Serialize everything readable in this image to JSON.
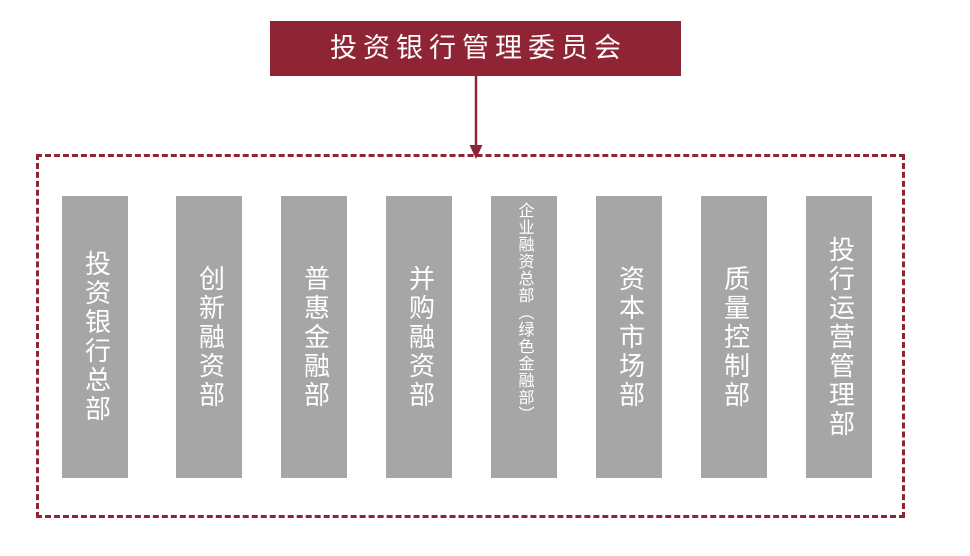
{
  "diagram": {
    "type": "organizational-chart",
    "title": "投资银行管理委员会",
    "colors": {
      "title_background": "#8E2434",
      "title_text": "#FFFFFF",
      "box_background": "#A6A6A6",
      "box_text": "#FFFFFF",
      "dashed_border": "#8E2434",
      "arrow": "#8E2434",
      "page_background": "#FFFFFF"
    },
    "departments": [
      {
        "label": "投资银行总部",
        "size": "normal"
      },
      {
        "label": "创新融资部",
        "size": "normal"
      },
      {
        "label": "普惠金融部",
        "size": "normal"
      },
      {
        "label": "并购融资部",
        "size": "normal"
      },
      {
        "label": "企业融资总部（绿色金融部）",
        "size": "compact"
      },
      {
        "label": "资本市场部",
        "size": "normal"
      },
      {
        "label": "质量控制部",
        "size": "normal"
      },
      {
        "label": "投行运营管理部",
        "size": "normal"
      }
    ],
    "connector": {
      "icon": "down-arrow-icon",
      "from": "投资银行管理委员会",
      "to": "departments-group"
    }
  }
}
